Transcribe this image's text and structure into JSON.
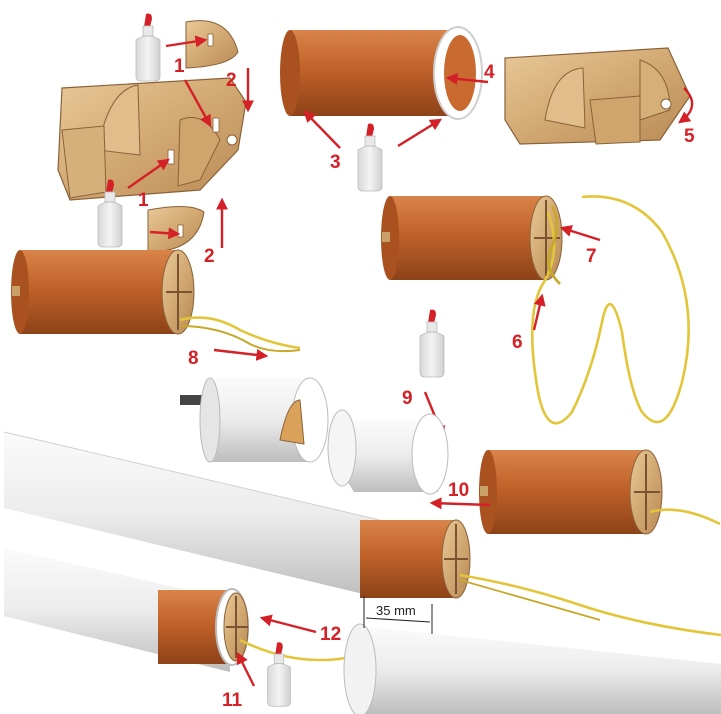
{
  "step_labels": {
    "s1a": "1",
    "s1b": "1",
    "s2a": "2",
    "s2b": "2",
    "s3": "3",
    "s4": "4",
    "s5": "5",
    "s6": "6",
    "s7": "7",
    "s8": "8",
    "s9": "9",
    "s10": "10",
    "s11": "11",
    "s12": "12"
  },
  "dimension": "35 mm",
  "colors": {
    "arrow": "#d42027",
    "tube": "#c0622a",
    "wood": "#d9b483",
    "string": "#e3c53a",
    "pipe": "#f2f2f2"
  }
}
